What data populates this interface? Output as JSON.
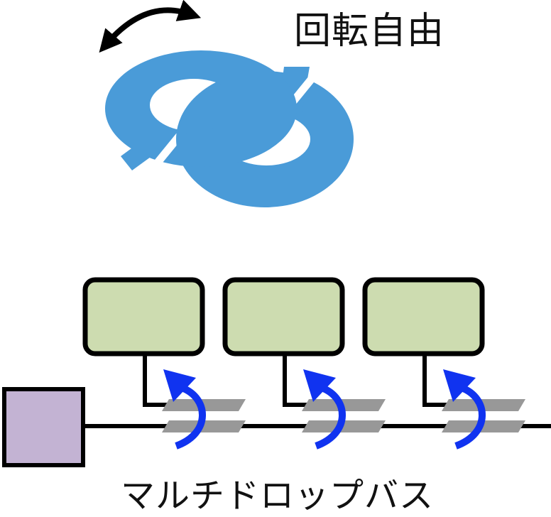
{
  "labels": {
    "rotation": "回転自由",
    "bus": "マルチドロップバス"
  },
  "colors": {
    "ring": "#4a9bd8",
    "node_fill": "#cddcb0",
    "host_fill": "#c3b3d3",
    "coupler": "#989898",
    "arrow": "#1033f0",
    "line": "#000000"
  },
  "icons": {
    "rotation_arrow": "double-headed-curved-arrow-icon",
    "rotate_arrow": "curved-rotate-arrow-icon"
  },
  "diagram": {
    "node_count": 3
  }
}
